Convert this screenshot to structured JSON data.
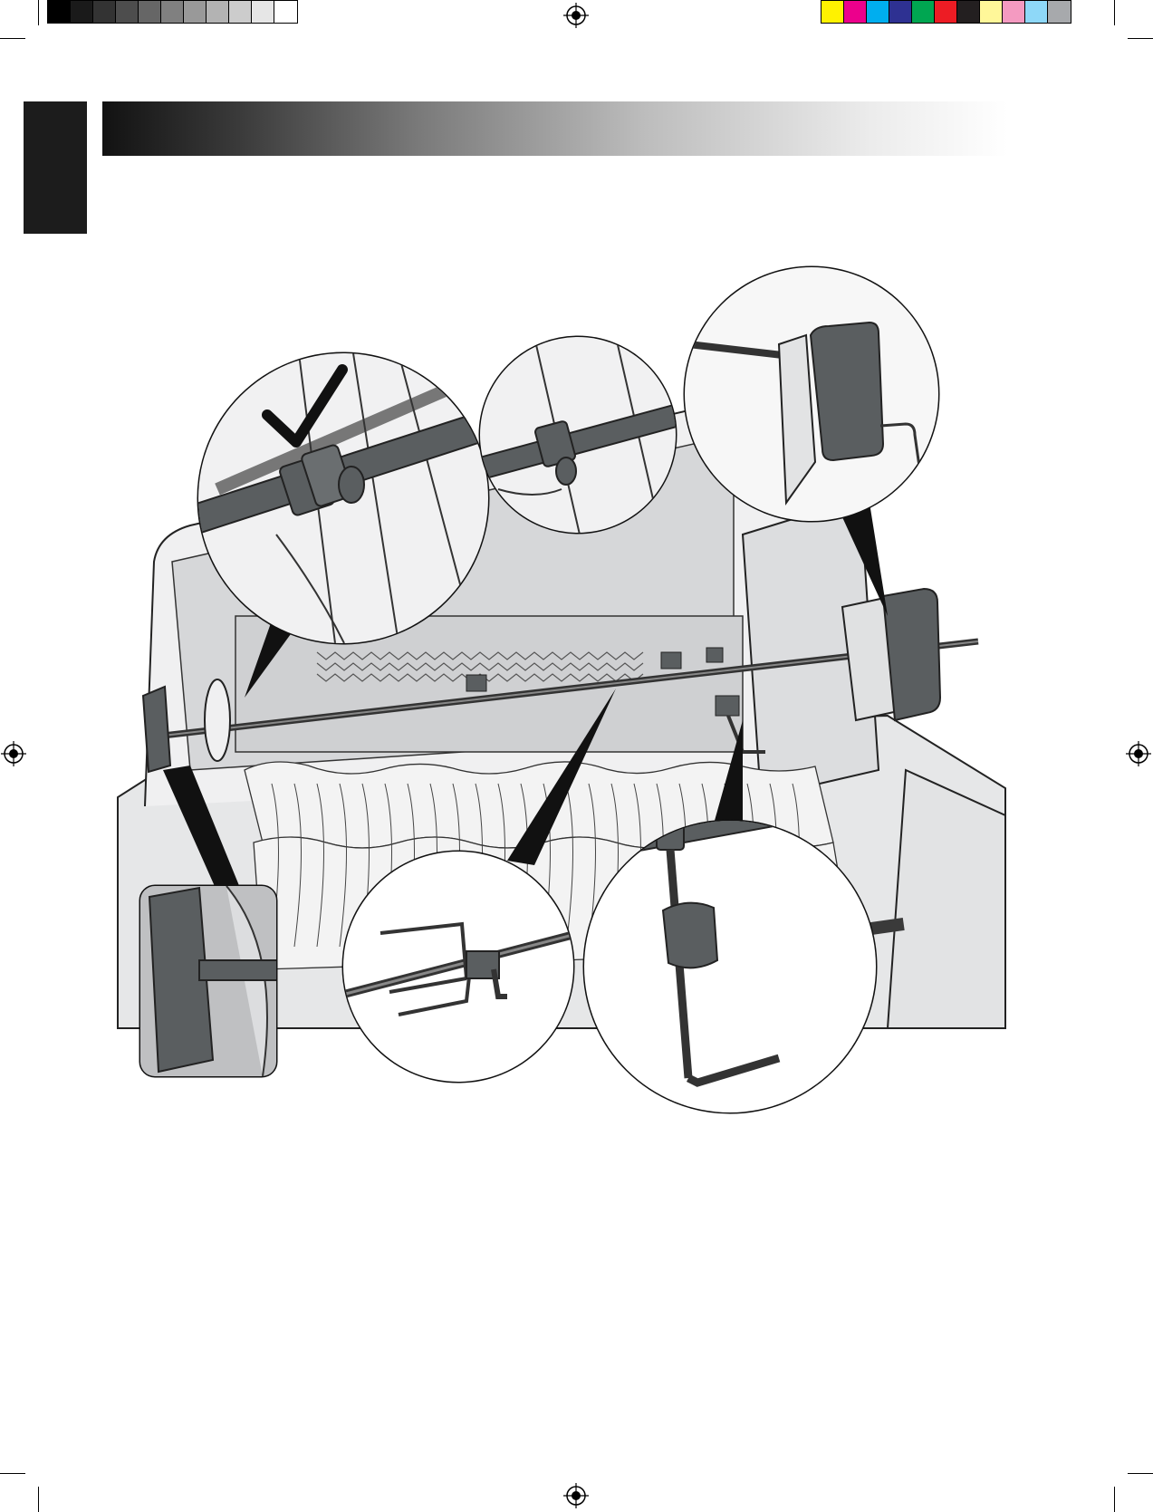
{
  "print_marks": {
    "gray_swatches": [
      "#000000",
      "#1a1a1a",
      "#333333",
      "#4d4d4d",
      "#666666",
      "#808080",
      "#999999",
      "#b3b3b3",
      "#cccccc",
      "#e6e6e6",
      "#ffffff"
    ],
    "color_swatches": [
      "#fff200",
      "#ec008c",
      "#00aeef",
      "#2e3192",
      "#00a651",
      "#ed1c24",
      "#231f20",
      "#fff799",
      "#f49ac1",
      "#8ed8f8",
      "#a7a9ac"
    ]
  },
  "colors": {
    "header_gradient_start": "#121212",
    "header_gradient_end": "#ffffff",
    "side_tab": "#1c1c1c",
    "part_dark": "#5a5e60",
    "grill_light": "#e4e5e6"
  },
  "illustration": {
    "icons": [
      "checkmark-icon",
      "spit-rod",
      "rotisserie-motor",
      "spit-forks",
      "counterbalance-weight",
      "spit-handle",
      "brand-badge"
    ]
  }
}
